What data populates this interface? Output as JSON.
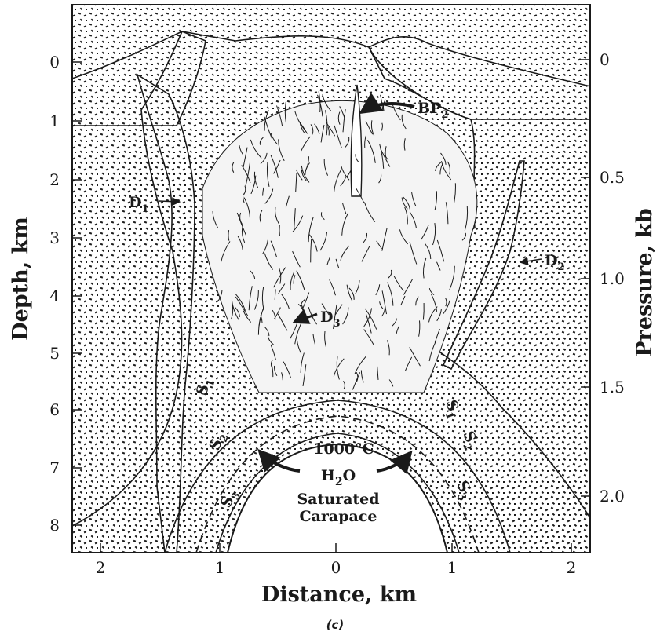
{
  "figure": {
    "caption": "(c)",
    "left_axis": {
      "title": "Depth, km",
      "ticks": [
        "0",
        "1",
        "2",
        "3",
        "4",
        "5",
        "6",
        "7",
        "8"
      ]
    },
    "right_axis": {
      "title": "Pressure, kb",
      "ticks": [
        "0",
        "0.5",
        "1.0",
        "1.5",
        "2.0"
      ]
    },
    "bottom_axis": {
      "title": "Distance, km",
      "ticks": [
        "2",
        "1",
        "0",
        "1",
        "2"
      ]
    },
    "labels": {
      "bp2": "BP",
      "bp2_sub": "2",
      "d1": "D",
      "d1_sub": "1",
      "d2": "D",
      "d2_sub": "2",
      "d3": "D",
      "d3_sub": "3",
      "s1": "S",
      "s1_sub": "1",
      "s2": "S",
      "s2_sub": "2",
      "s3": "S",
      "s3_sub": "3",
      "temperature": "1000°C",
      "water": "H",
      "water_sub": "2",
      "water_tail": "O",
      "carapace_line1": "Saturated",
      "carapace_line2": "Carapace"
    }
  }
}
